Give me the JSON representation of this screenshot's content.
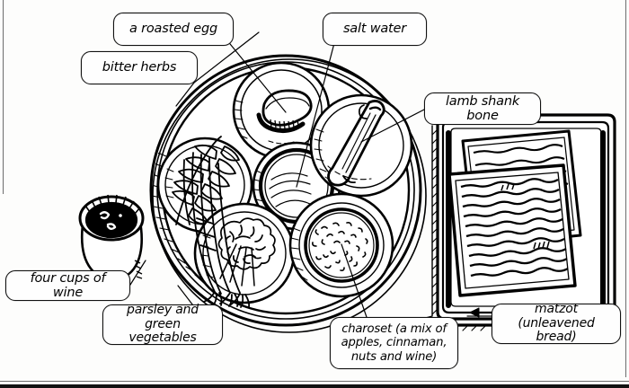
{
  "figure": {
    "title": "Passover Seder plate illustration",
    "style": "black-and-white line drawing",
    "background_color": "#fdfdfc",
    "ink_color": "#000000"
  },
  "labels": {
    "roasted_egg": "a roasted egg",
    "bitter_herbs": "bitter herbs",
    "salt_water": "salt water",
    "lamb_shank_bone": "lamb shank bone",
    "four_cups_of_wine": "four cups of wine",
    "parsley_and_greens": "parsley and green vegetables",
    "charoset": "charoset (a mix of apples, cinnaman, nuts and wine)",
    "matzot": "matzot (unleavened bread)"
  },
  "objects": {
    "seder_plate": "seder-plate",
    "wine_cup": "wine-cup",
    "matzot_tray": "matzot-tray",
    "matzot_stack": "matzot-stack",
    "egg_bowl": "roasted-egg-bowl",
    "herbs_bowl": "bitter-herbs-bowl",
    "salt_water_bowl": "salt-water-bowl",
    "shank_bowl": "lamb-shank-bowl",
    "greens_bowl": "parsley-greens-bowl",
    "charoset_bowl": "charoset-bowl"
  }
}
